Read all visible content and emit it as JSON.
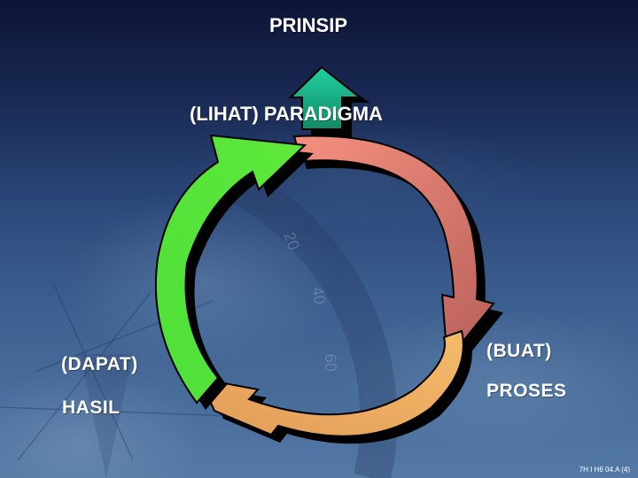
{
  "diagram": {
    "type": "cycle",
    "top_label": "PRINSIP",
    "nodes": [
      {
        "id": "paradigma",
        "label": "(LIHAT) PARADIGMA",
        "position": "top"
      },
      {
        "id": "proses",
        "label_line1": "(BUAT)",
        "label_line2": "PROSES",
        "position": "right"
      },
      {
        "id": "hasil",
        "label_line1": "(DAPAT)",
        "label_line2": "HASIL",
        "position": "left"
      }
    ],
    "arrows": [
      {
        "from": "paradigma",
        "to": "proses",
        "color": "#e8857a",
        "gradient": [
          "#f48e82",
          "#c0655a"
        ],
        "direction": "clockwise"
      },
      {
        "from": "proses",
        "to": "hasil",
        "color": "#eda860",
        "gradient": [
          "#f1b867",
          "#e5a25a"
        ],
        "direction": "clockwise"
      },
      {
        "from": "hasil",
        "to": "paradigma",
        "color": "#58e838",
        "gradient": [
          "#4fe33a",
          "#5be63a"
        ],
        "direction": "clockwise"
      },
      {
        "from": "paradigma",
        "to": "prinsip",
        "color": "#1fb88a",
        "gradient": [
          "#21c996",
          "#138a68"
        ],
        "direction": "up"
      }
    ],
    "footer_code": "7H I H6 04.A (4)"
  }
}
